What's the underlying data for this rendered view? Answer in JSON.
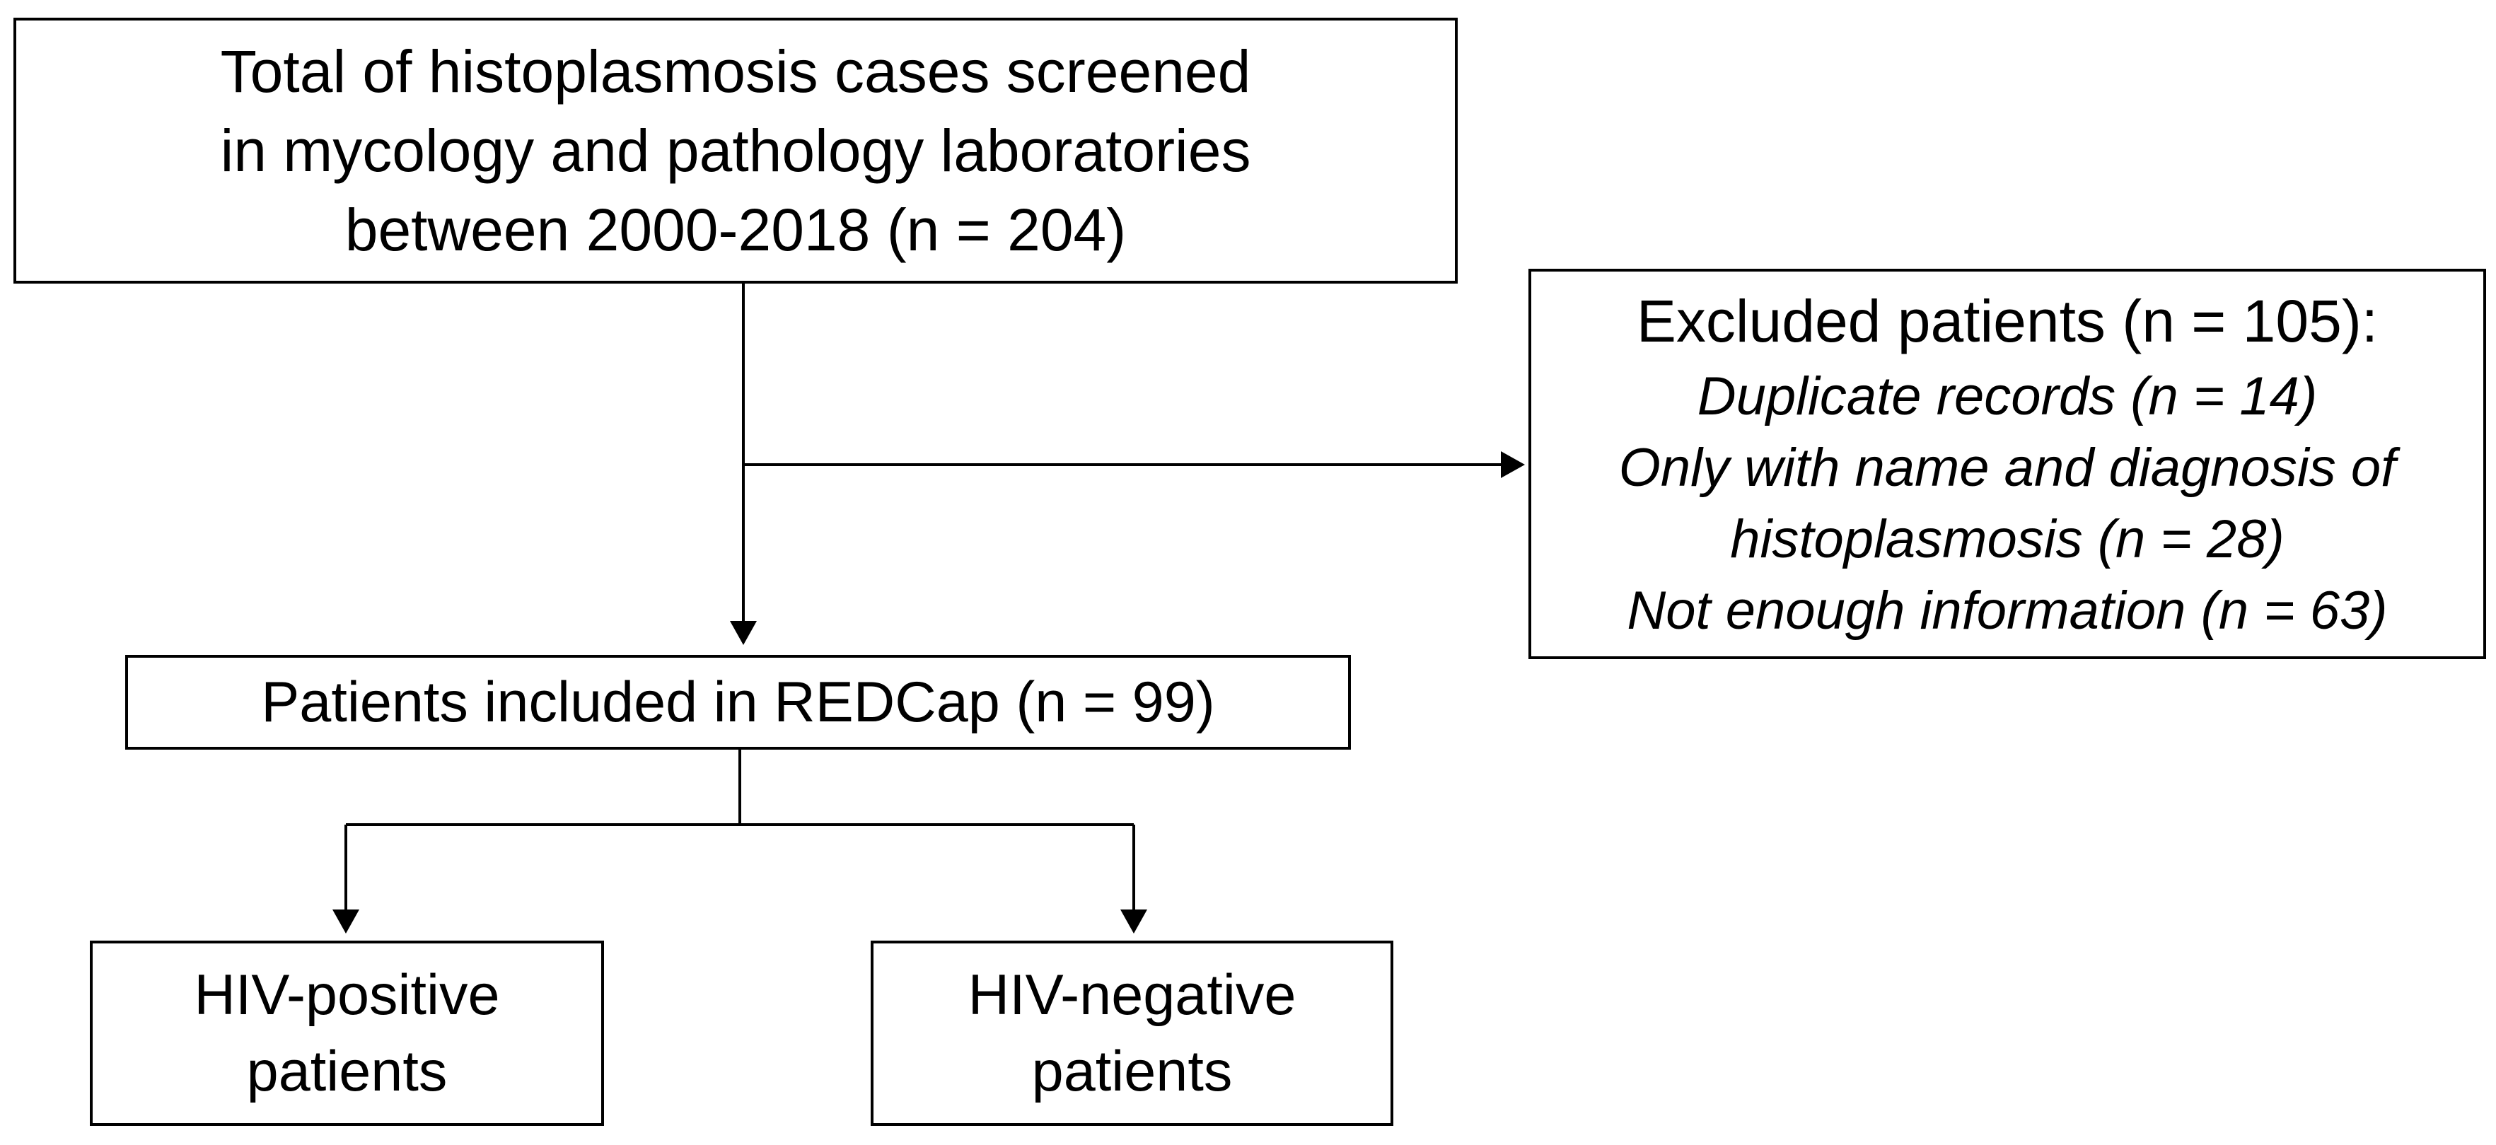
{
  "flowchart": {
    "screened": {
      "lines": [
        "Total of histoplasmosis cases screened",
        "in mycology and pathology laboratories",
        "between 2000-2018 (n = 204)"
      ]
    },
    "excluded": {
      "heading": "Excluded patients (n = 105):",
      "reasons": [
        "Duplicate records (n = 14)",
        "Only with name and diagnosis of",
        "histoplasmosis (n = 28)",
        "Not enough information (n = 63)"
      ]
    },
    "included": {
      "label": "Patients included in REDCap (n = 99)"
    },
    "hiv_positive": {
      "lines": [
        "HIV-positive",
        "patients"
      ]
    },
    "hiv_negative": {
      "lines": [
        "HIV-negative",
        "patients"
      ]
    }
  },
  "colors": {
    "line": "#000000",
    "box_border": "#000000",
    "background": "#ffffff"
  }
}
